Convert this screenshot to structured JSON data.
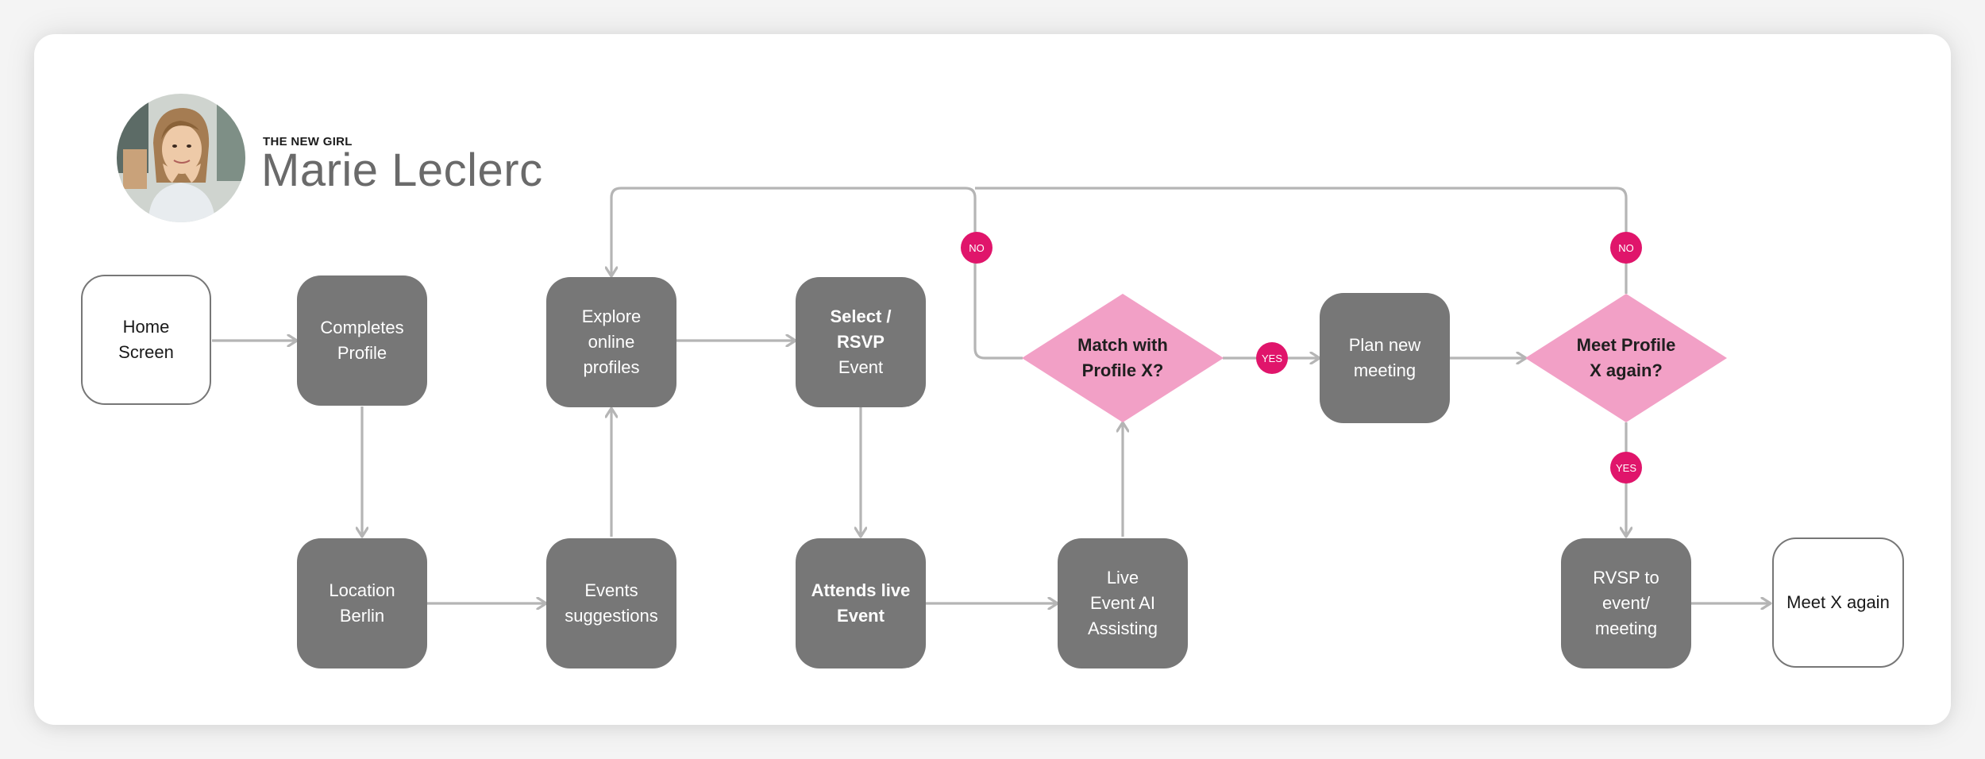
{
  "persona": {
    "tag": "THE NEW GIRL",
    "name": "Marie Leclerc",
    "photo": "portrait-photo"
  },
  "colors": {
    "process": "#777777",
    "terminal_border": "#777777",
    "decision": "#f2a0c6",
    "badge": "#e0156b",
    "connector": "#b5b5b5"
  },
  "nodes": {
    "home": "Home\nScreen",
    "completes_profile": "Completes\nProfile",
    "location": "Location\nBerlin",
    "events_suggestions": "Events\nsuggestions",
    "explore": "Explore\nonline\nprofiles",
    "select_a": "Select /\nRSVP",
    "select_b": "Event",
    "attends": "Attends live\nEvent",
    "live_ai": "Live\nEvent AI\nAssisting",
    "match": "Match with\nProfile X?",
    "plan": "Plan new\nmeeting",
    "meet_again_q": "Meet Profile\nX again?",
    "rvsp": "RVSP to\nevent/\nmeeting",
    "meet_x": "Meet X again"
  },
  "badges": {
    "no_1": "NO",
    "yes_1": "YES",
    "no_2": "NO",
    "yes_2": "YES"
  }
}
